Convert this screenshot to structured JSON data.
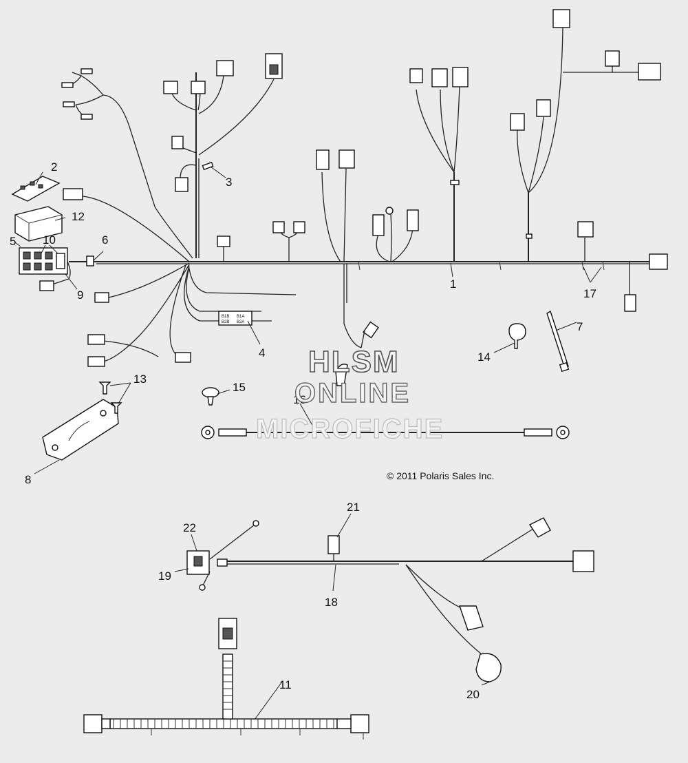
{
  "callouts": {
    "c1": "1",
    "c2": "2",
    "c3": "3",
    "c4": "4",
    "c5": "5",
    "c6": "6",
    "c7": "7",
    "c8": "8",
    "c9": "9",
    "c10": "10",
    "c11": "11",
    "c12": "12",
    "c13": "13",
    "c14": "14",
    "c15": "15",
    "c16": "16",
    "c17": "17",
    "c18": "18",
    "c19": "19",
    "c20": "20",
    "c21": "21",
    "c22": "22"
  },
  "watermark": {
    "line1": "HLSM",
    "line2": "ONLINE",
    "line3": "MICROFICHE"
  },
  "copyright": "© 2011 Polaris Sales Inc.",
  "splice_labels": {
    "a": "B1B",
    "b": "B1A",
    "c": "B2B",
    "d": "B2A"
  }
}
